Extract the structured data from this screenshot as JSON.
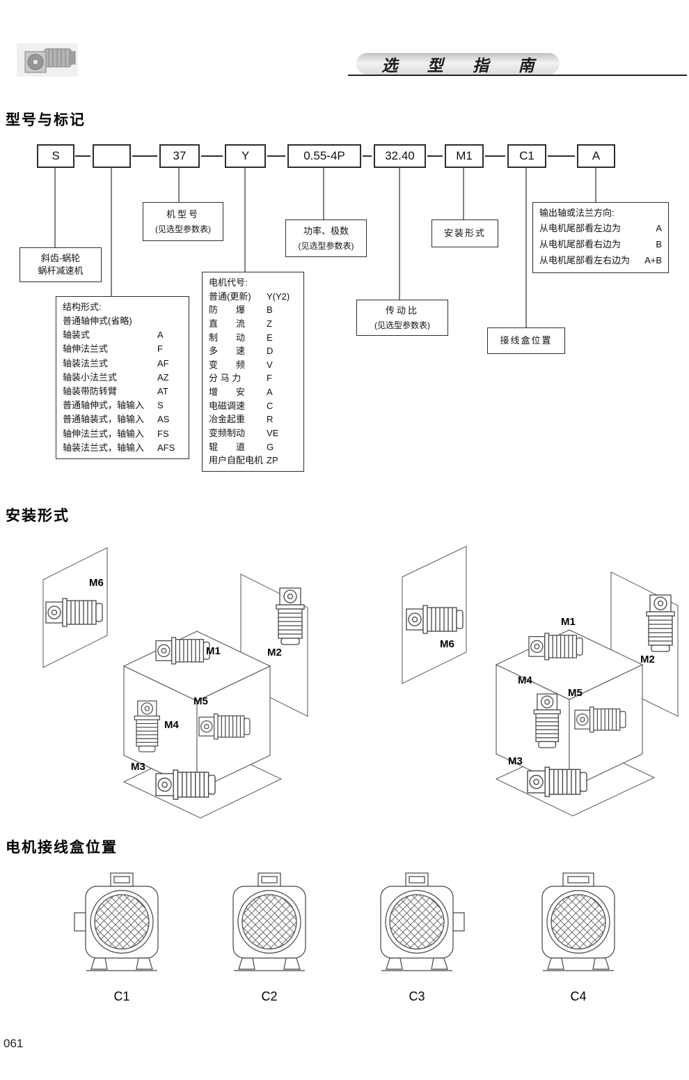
{
  "page_number": "061",
  "header": {
    "title": "选 型 指 南"
  },
  "model_section": {
    "heading": "型号与标记",
    "code_segments": [
      "S",
      "",
      "37",
      "Y",
      "0.55-4P",
      "32.40",
      "M1",
      "C1",
      "A"
    ],
    "reducer_box": {
      "line1": "斜齿-蜗轮",
      "line2": "蜗杆减速机"
    },
    "model_no_box": {
      "line1": "机型号",
      "line2": "(见选型参数表)"
    },
    "power_box": {
      "line1": "功率、极数",
      "line2": "(见选型参数表)"
    },
    "ratio_box": {
      "line1": "传动比",
      "line2": "(见选型参数表)"
    },
    "mounting_box": {
      "line1": "安装形式"
    },
    "junction_box": {
      "line1": "接线盒位置"
    },
    "output_box": {
      "title": "输出轴或法兰方向:",
      "items": [
        {
          "label": "从电机尾部看左边为",
          "code": "A"
        },
        {
          "label": "从电机尾部看右边为",
          "code": "B"
        },
        {
          "label": "从电机尾部看左右边为",
          "code": "A+B"
        }
      ]
    },
    "structure_box": {
      "title": "结构形式:",
      "items": [
        {
          "label": "普通轴伸式(省略)",
          "code": ""
        },
        {
          "label": "轴装式",
          "code": "A"
        },
        {
          "label": "轴伸法兰式",
          "code": "F"
        },
        {
          "label": "轴装法兰式",
          "code": "AF"
        },
        {
          "label": "轴装小法兰式",
          "code": "AZ"
        },
        {
          "label": "轴装带防转臂",
          "code": "AT"
        },
        {
          "label": "普通轴伸式，轴输入",
          "code": "S"
        },
        {
          "label": "普通轴装式，轴输入",
          "code": "AS"
        },
        {
          "label": "轴伸法兰式，轴输入",
          "code": "FS"
        },
        {
          "label": "轴装法兰式，轴输入",
          "code": "AFS"
        }
      ]
    },
    "motor_box": {
      "title": "电机代号:",
      "items": [
        {
          "label": "普通(更新)",
          "code": "Y(Y2)"
        },
        {
          "label": "防　　爆",
          "code": "B"
        },
        {
          "label": "直　　流",
          "code": "Z"
        },
        {
          "label": "制　　动",
          "code": "E"
        },
        {
          "label": "多　　速",
          "code": "D"
        },
        {
          "label": "变　　频",
          "code": "V"
        },
        {
          "label": "分 马 力",
          "code": "F"
        },
        {
          "label": "增　　安",
          "code": "A"
        },
        {
          "label": "电磁调速",
          "code": "C"
        },
        {
          "label": "冶金起重",
          "code": "R"
        },
        {
          "label": "变频制动",
          "code": "VE"
        },
        {
          "label": "辊　　道",
          "code": "G"
        },
        {
          "label": "用户自配电机",
          "code": "ZP"
        }
      ]
    }
  },
  "mounting_section": {
    "heading": "安装形式",
    "labels": {
      "m1": "M1",
      "m2": "M2",
      "m3": "M3",
      "m4": "M4",
      "m5": "M5",
      "m6": "M6"
    }
  },
  "junction_section": {
    "heading": "电机接线盒位置",
    "labels": [
      "C1",
      "C2",
      "C3",
      "C4"
    ]
  }
}
